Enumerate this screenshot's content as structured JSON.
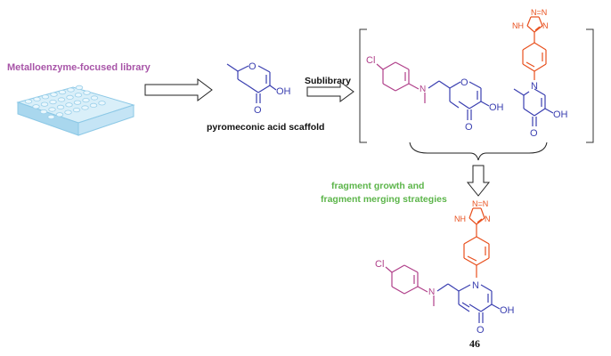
{
  "labels": {
    "library": "Metalloenzyme-focused library",
    "scaffold": "pyromeconic acid scaffold",
    "sublibrary": "Sublibrary",
    "strategy_line1": "fragment growth and",
    "strategy_line2": "fragment merging strategies",
    "compound_number": "46"
  },
  "atoms": {
    "oxygen": "O",
    "hydroxyl": "OH",
    "nitrogen": "N",
    "nitrogen_h": "NH",
    "chlorine": "Cl"
  },
  "colors": {
    "pyromeconic": "#3a3fb0",
    "chlorophenyl": "#b0408a",
    "tetrazole": "#e8501e",
    "strategy": "#5cb54a",
    "library_title": "#a855a8",
    "plate": "#bfe2f5"
  }
}
